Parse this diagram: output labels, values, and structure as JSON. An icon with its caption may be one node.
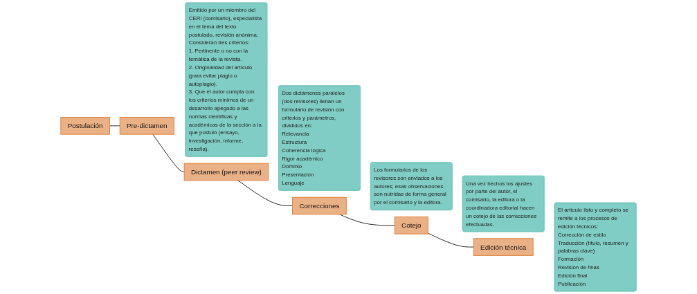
{
  "diagram": {
    "nodes": [
      {
        "text": [
          "Postulación"
        ]
      },
      {
        "text": [
          "Pre-dictamen"
        ]
      },
      {
        "text": [
          "Emitido por un miembro del CERI (comisario), especialista en el tema del texto postulado, revisión anónima.",
          "Consideran tres criterios:",
          "1. Pertinente o no con la temática de la revista.",
          "2. Originalidad del artículo (para evitar plagio o autoplagio).",
          "3. Que el autor cumpla con los criterios mínimos de un desarrollo apegado a las normas científicas y académicas de la sección a la que postuló (ensayo, investigación, informe, reseña)."
        ]
      },
      {
        "text": [
          "Dictamen (peer review)"
        ]
      },
      {
        "text": [
          "Dos dictámenes paralelos (dos revisores) llenan un formulario de revisión con criterios y parámetros, divididos en:",
          "Relevancia",
          "Estructura",
          "Coherencia lógica",
          "Rigor académico",
          "Dominio",
          "Presentación",
          "Lenguaje"
        ]
      },
      {
        "text": [
          "Correcciones"
        ]
      },
      {
        "text": [
          "Los formularios de los revisores son enviados a los autores; esas observaciones son nutridas de forma general por el comisario y la editora."
        ]
      },
      {
        "text": [
          "Cotejo"
        ]
      },
      {
        "text": [
          "Una vez hechos los ajustes por parte del autor, el comisario, la editora o la coordinadora editorial hacen un cotejo de las correcciones efectuadas."
        ]
      },
      {
        "text": [
          "Edición técnica"
        ]
      },
      {
        "text": [
          "El artículo listo y completo se remite a los procesos de edición técnicos:",
          "Corrección de estilo",
          "Traducción (título, resumen y palabras clave)",
          "Formación",
          "Revisión de finas",
          "Edición final",
          "Publicación"
        ]
      }
    ],
    "edges": [
      {
        "from": 0,
        "to": 1,
        "arrow": "none"
      },
      {
        "from": 1,
        "to": 3,
        "arrow": "none"
      },
      {
        "from": 3,
        "to": 5,
        "arrow": "none"
      },
      {
        "from": 5,
        "to": 7,
        "arrow": "none"
      },
      {
        "from": 7,
        "to": 9,
        "arrow": "none"
      }
    ]
  }
}
